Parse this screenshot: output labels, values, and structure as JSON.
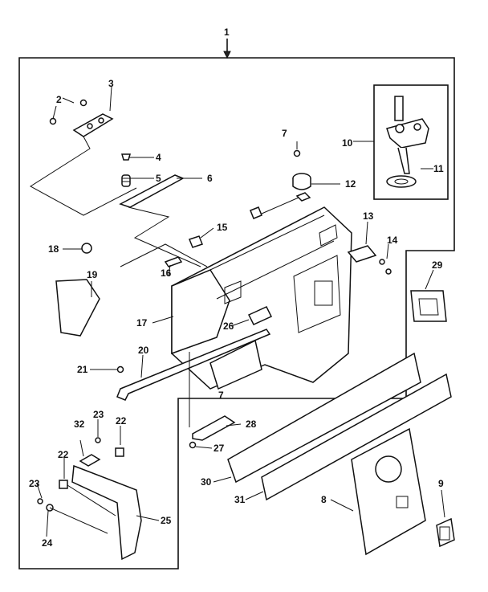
{
  "callouts": {
    "c1": "1",
    "c3": "3",
    "c2": "2",
    "c4": "4",
    "c5": "5",
    "c6": "6",
    "c7a": "7",
    "c7b": "7",
    "c10": "10",
    "c11": "11",
    "c12": "12",
    "c13": "13",
    "c14": "14",
    "c15": "15",
    "c16": "16",
    "c17": "17",
    "c18": "18",
    "c19": "19",
    "c20": "20",
    "c21": "21",
    "c22a": "22",
    "c22b": "22",
    "c23a": "23",
    "c23b": "23",
    "c24": "24",
    "c25": "25",
    "c26": "26",
    "c27": "27",
    "c28": "28",
    "c29": "29",
    "c30": "30",
    "c31": "31",
    "c32": "32",
    "c8": "8",
    "c9": "9"
  }
}
